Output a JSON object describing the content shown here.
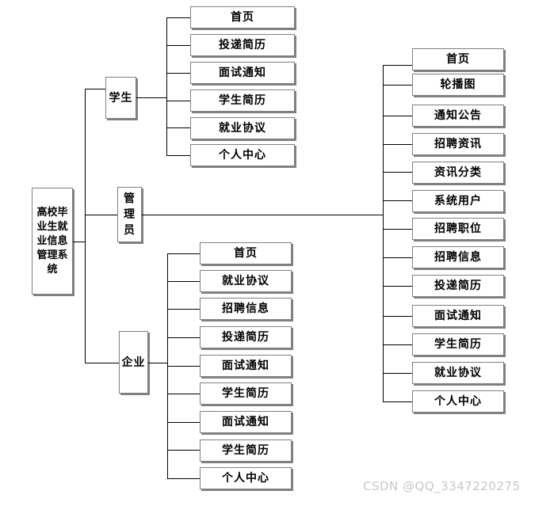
{
  "diagram": {
    "type": "tree-structure-chart",
    "title_node": {
      "label": "高校毕业生就业信息管理系统"
    },
    "branches": [
      {
        "key": "student",
        "label": "学生",
        "items": [
          {
            "label": "首页"
          },
          {
            "label": "投递简历"
          },
          {
            "label": "面试通知"
          },
          {
            "label": "学生简历"
          },
          {
            "label": "就业协议"
          },
          {
            "label": "个人中心"
          }
        ]
      },
      {
        "key": "admin",
        "label": "管理员",
        "items": [
          {
            "label": "首页"
          },
          {
            "label": "轮播图"
          },
          {
            "label": "通知公告"
          },
          {
            "label": "招聘资讯"
          },
          {
            "label": "资讯分类"
          },
          {
            "label": "系统用户"
          },
          {
            "label": "招聘职位"
          },
          {
            "label": "招聘信息"
          },
          {
            "label": "投递简历"
          },
          {
            "label": "面试通知"
          },
          {
            "label": "学生简历"
          },
          {
            "label": "就业协议"
          },
          {
            "label": "个人中心"
          }
        ]
      },
      {
        "key": "enterprise",
        "label": "企业",
        "items": [
          {
            "label": "首页"
          },
          {
            "label": "就业协议"
          },
          {
            "label": "招聘信息"
          },
          {
            "label": "投递简历"
          },
          {
            "label": "面试通知"
          },
          {
            "label": "学生简历"
          },
          {
            "label": "面试通知"
          },
          {
            "label": "学生简历"
          },
          {
            "label": "个人中心"
          }
        ]
      }
    ]
  },
  "watermark": {
    "text": "CSDN @QQ_3347220275"
  },
  "colors": {
    "box_border": "#808080",
    "box_shadow": "#808080",
    "line": "#000000",
    "text": "#000000",
    "background": "#ffffff",
    "watermark": "#c8c8c8"
  }
}
